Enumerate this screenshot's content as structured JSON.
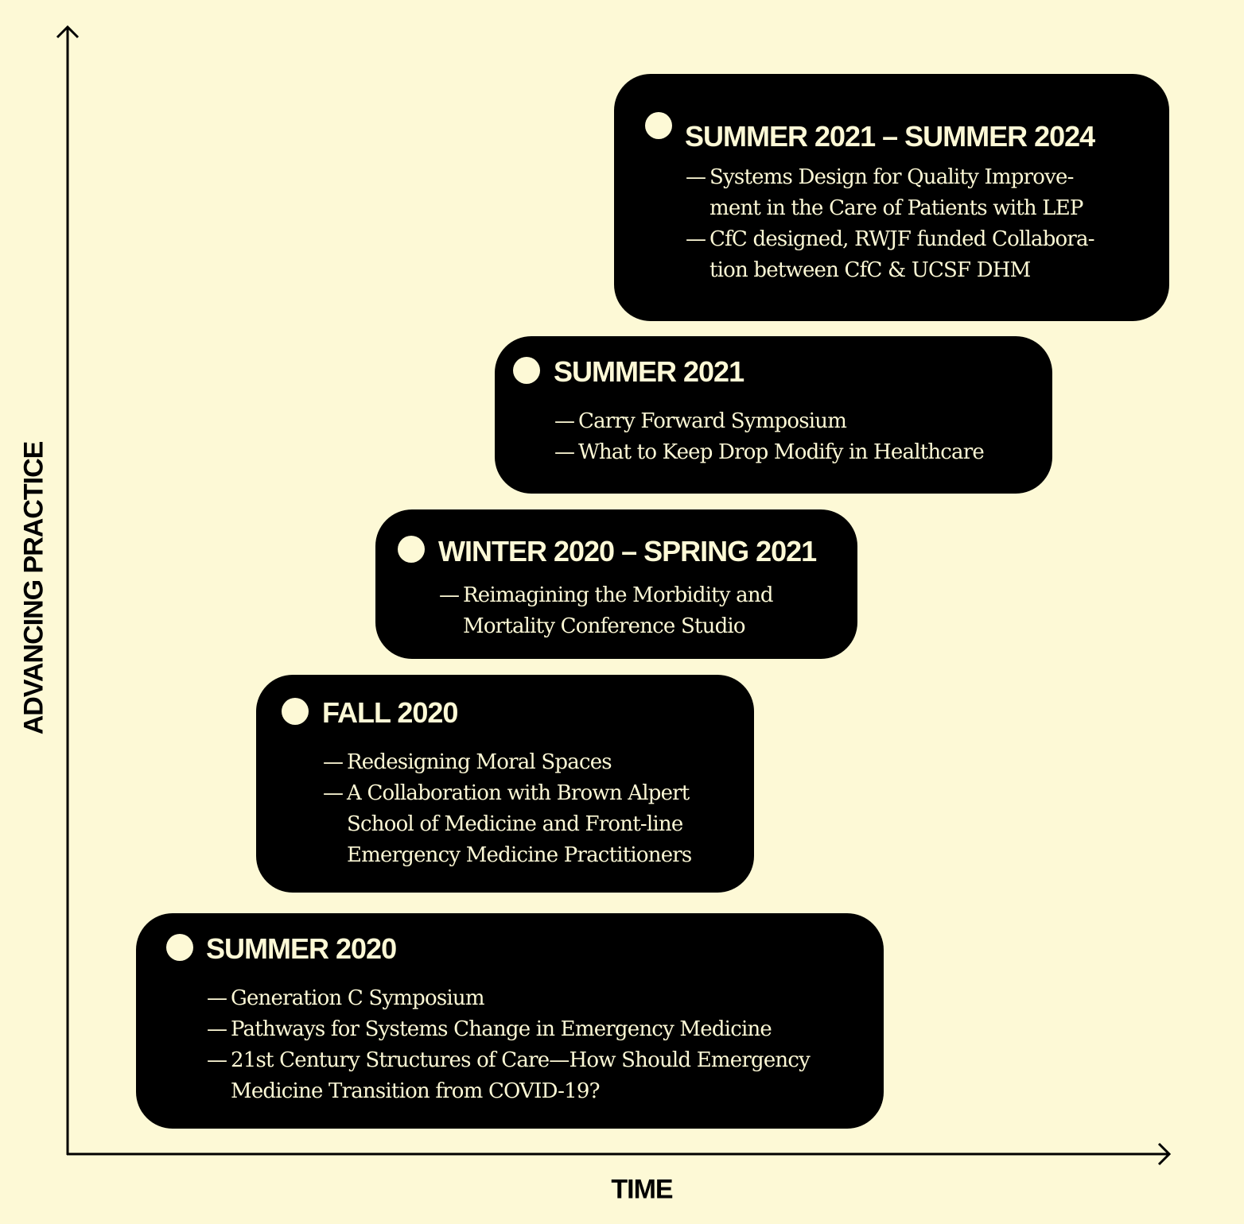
{
  "axes": {
    "y_label": "ADVANCING PRACTICE",
    "x_label": "TIME"
  },
  "colors": {
    "background": "#fdf9d6",
    "box": "#000000",
    "text": "#fdf9d6"
  },
  "dash": "—",
  "milestones": [
    {
      "heading": "SUMMER 2021 – SUMMER 2024",
      "items": [
        [
          "Systems Design for Quality Improve-",
          "ment in the Care of Patients with LEP"
        ],
        [
          "CfC designed, RWJF funded Collabora-",
          "tion between CfC & UCSF DHM"
        ]
      ]
    },
    {
      "heading": "SUMMER 2021",
      "items": [
        [
          "Carry Forward Symposium"
        ],
        [
          "What to Keep Drop Modify in Healthcare"
        ]
      ]
    },
    {
      "heading": "WINTER 2020 – SPRING 2021",
      "items": [
        [
          "Reimagining the Morbidity and",
          "Mortality Conference Studio"
        ]
      ]
    },
    {
      "heading": "FALL 2020",
      "items": [
        [
          "Redesigning Moral Spaces"
        ],
        [
          "A Collaboration with Brown Alpert",
          "School of Medicine and Front-line",
          "Emergency Medicine Practitioners"
        ]
      ]
    },
    {
      "heading": "SUMMER 2020",
      "items": [
        [
          "Generation C Symposium"
        ],
        [
          "Pathways for Systems Change in Emergency Medicine"
        ],
        [
          "21st Century Structures of Care—How Should Emergency",
          "Medicine Transition from COVID-19?"
        ]
      ]
    }
  ]
}
